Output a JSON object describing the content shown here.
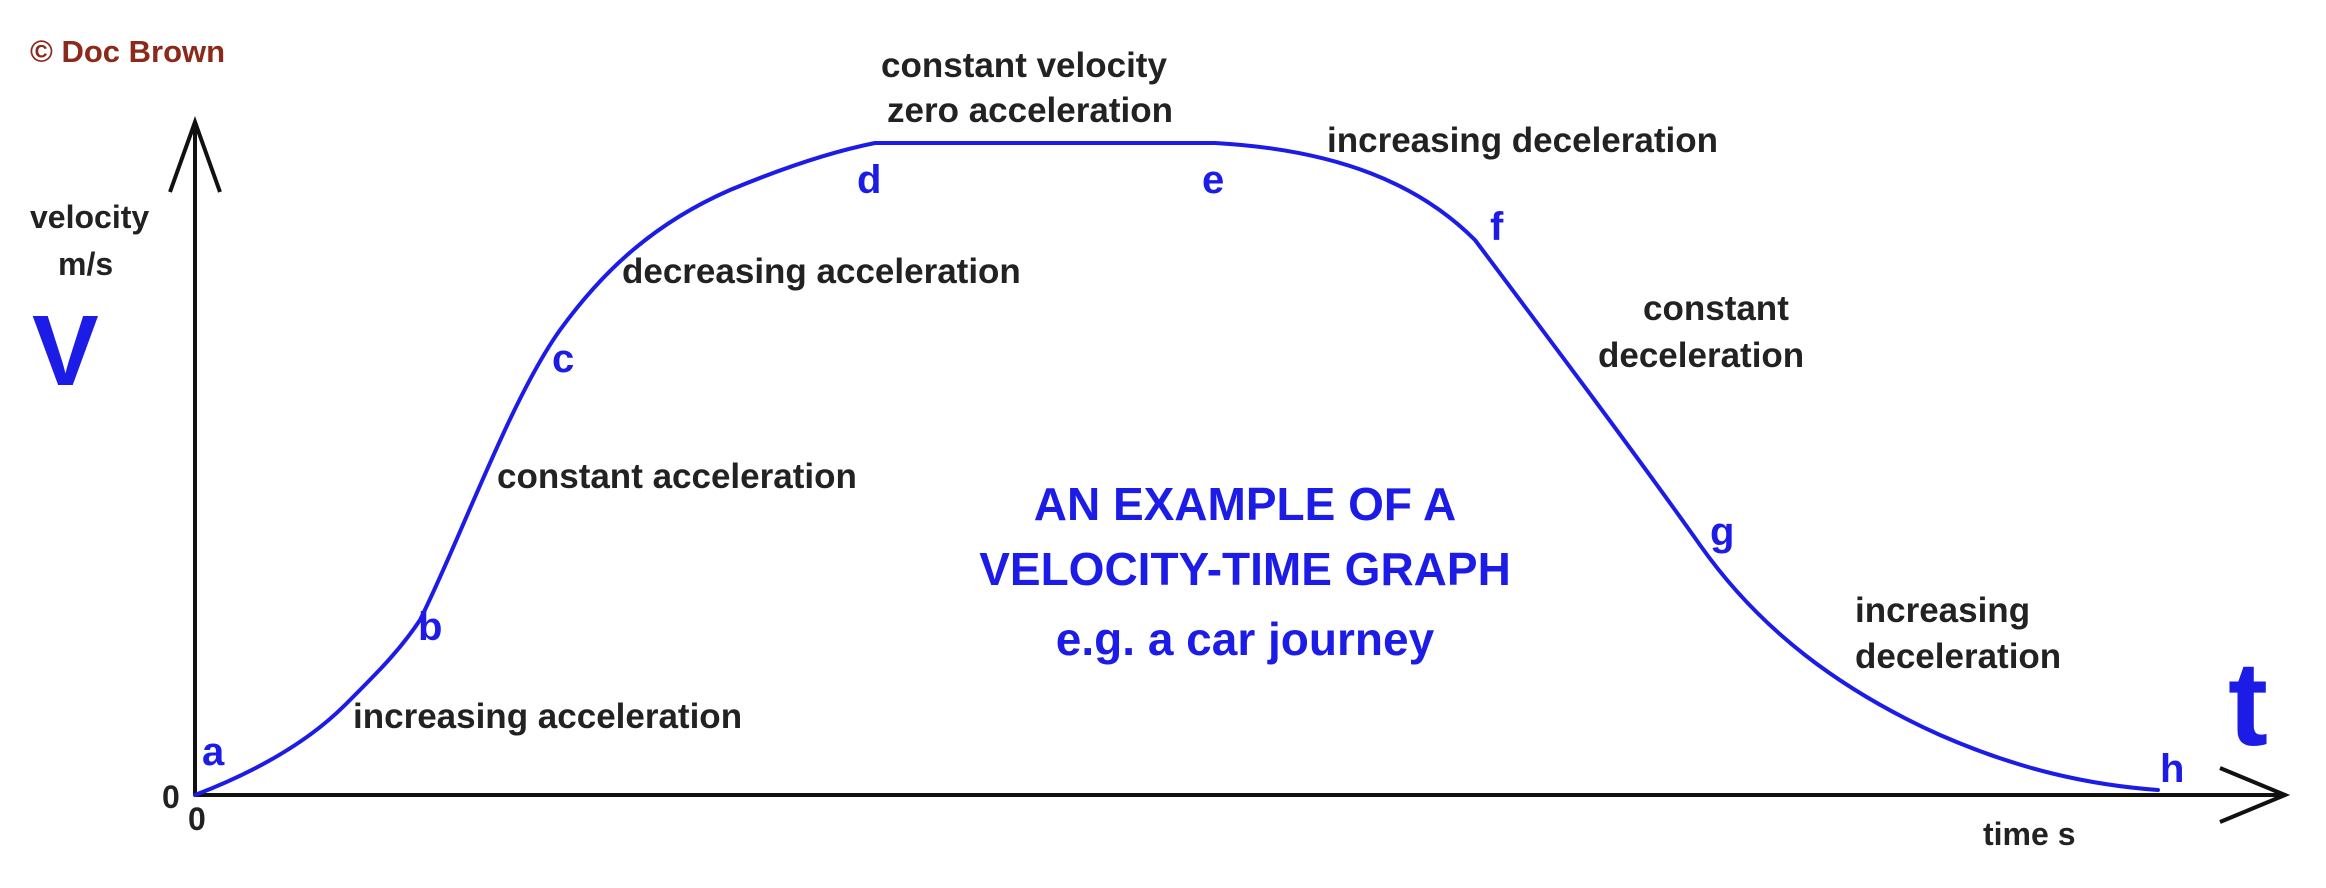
{
  "credit": "© Doc Brown",
  "title": {
    "line1": "AN EXAMPLE OF A",
    "line2": "VELOCITY-TIME GRAPH",
    "line3": "e.g. a car journey"
  },
  "y_axis": {
    "label_line1": "velocity",
    "label_line2": "m/s",
    "symbol": "V",
    "origin_label": "0"
  },
  "x_axis": {
    "label": "time s",
    "symbol": "t",
    "origin_label": "0"
  },
  "points": {
    "a": "a",
    "b": "b",
    "c": "c",
    "d": "d",
    "e": "e",
    "f": "f",
    "g": "g",
    "h": "h"
  },
  "segments": {
    "ab": "increasing acceleration",
    "bc": "constant acceleration",
    "cd": "decreasing acceleration",
    "de_line1": "constant velocity",
    "de_line2": "zero acceleration",
    "ef": "increasing deceleration",
    "fg_line1": "constant",
    "fg_line2": "deceleration",
    "gh_line1": "increasing",
    "gh_line2": "deceleration"
  },
  "colors": {
    "curve": "#1c1ce6",
    "axes": "#111111",
    "text": "#222222",
    "credit": "#8b2a1a"
  }
}
